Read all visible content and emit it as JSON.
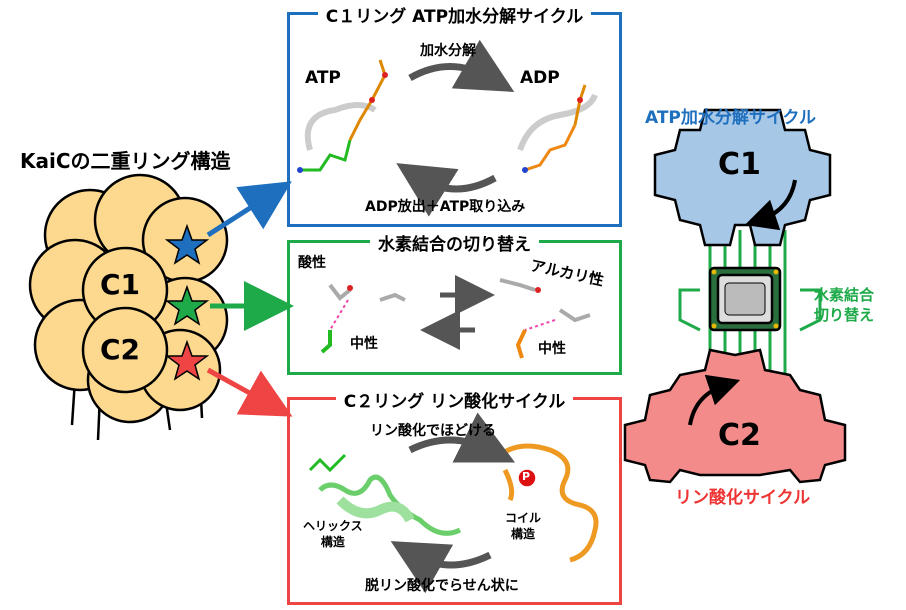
{
  "main_title": "KaiCの二重リング構造",
  "kaic": {
    "c1": "C1",
    "c2": "C2"
  },
  "box1": {
    "title": "C１リング ATP加水分解サイクル",
    "top_arrow": "加水分解",
    "left": "ATP",
    "right": "ADP",
    "bottom_arrow": "ADP放出＋ATP取り込み",
    "color": "#1f6fbf"
  },
  "box2": {
    "title": "水素結合の切り替え",
    "acid": "酸性",
    "alkaline": "アルカリ性",
    "neutral_left": "中性",
    "neutral_right": "中性",
    "color": "#1faa4a"
  },
  "box3": {
    "title": "C２リング リン酸化サイクル",
    "top_arrow": "リン酸化でほどける",
    "helix": "ヘリックス\n構造",
    "coil": "コイル\n構造",
    "phospho": "P",
    "bottom_arrow": "脱リン酸化でらせん状に",
    "color": "#ee4444"
  },
  "gears": {
    "top_label": "ATP加水分解サイクル",
    "c1": "C1",
    "middle_label": "水素結合\n切り替え",
    "c2": "C2",
    "bottom_label": "リン酸化サイクル",
    "colors": {
      "c1_gear": "#a7c7e7",
      "c2_gear": "#f48b8b",
      "wire": "#1faa4a",
      "blue_text": "#1f6fbf",
      "red_text": "#ee3333"
    }
  }
}
